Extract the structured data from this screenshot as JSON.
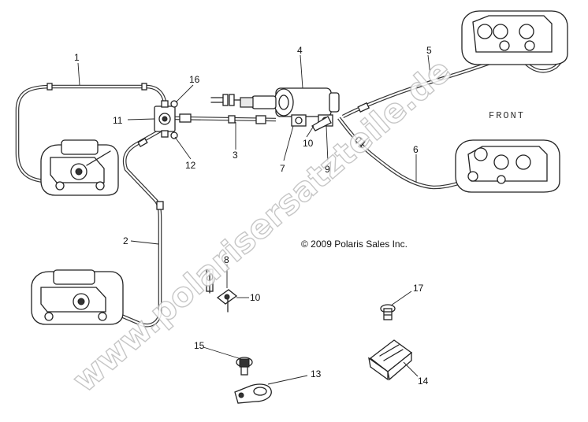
{
  "callouts": {
    "n1": "1",
    "n2": "2",
    "n3": "3",
    "n4": "4",
    "n5": "5",
    "n6": "6",
    "n7": "7",
    "n8": "8",
    "n9": "9",
    "n10a": "10",
    "n10b": "10",
    "n11": "11",
    "n12": "12",
    "n13": "13",
    "n14": "14",
    "n15": "15",
    "n16": "16",
    "n17": "17"
  },
  "labels": {
    "front": "FRONT",
    "copyright": "© 2009 Polaris Sales Inc."
  },
  "watermark": {
    "text": "www.polarisersatzteile.de",
    "color": "#bdbdbd"
  }
}
